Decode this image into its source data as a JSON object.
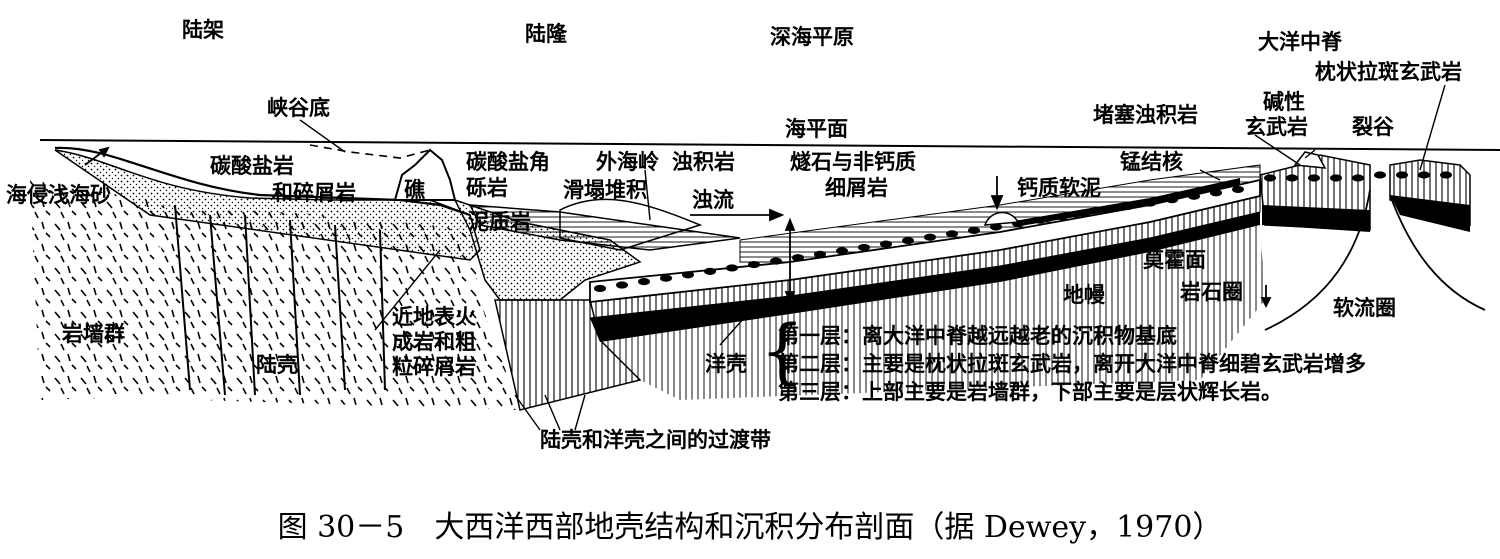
{
  "regions": {
    "shelf": "陆架",
    "rise": "陆隆",
    "abyssal_plain": "深海平原",
    "ridge": "大洋中脊"
  },
  "labels": {
    "pillow_basalt": "枕状拉斑玄武岩",
    "canyon_floor": "峡谷底",
    "sea_level": "海平面",
    "plugged_turbidite": "堵塞浊积岩",
    "alkali_basalt_1": "碱性",
    "alkali_basalt_2": "玄武岩",
    "rift_valley": "裂谷",
    "carbonate_rock": "碳酸盐岩",
    "and_clastic_rock": "和碎屑岩",
    "reef": "礁",
    "coastal_sand": "海侵浅海砂",
    "carbonate_breccia_1": "碳酸盐角",
    "carbonate_breccia_2": "砾岩",
    "outer_ridge": "外海岭",
    "slump_deposit": "滑塌堆积",
    "turbidite": "浊积岩",
    "turbidity_current": "浊流",
    "mudstone": "泥质岩",
    "chert_1": "燧石与非钙质",
    "chert_2": "细屑岩",
    "calcareous_ooze": "钙质软泥",
    "manganese_nodule": "锰结核",
    "moho": "莫霍面",
    "mantle": "地幔",
    "lithosphere": "岩石圈",
    "asthenosphere": "软流圈",
    "dike_swarm": "岩墙群",
    "continental_crust": "陆壳",
    "volcanic_1": "近地表火",
    "volcanic_2": "成岩和粗",
    "volcanic_3": "粒碎屑岩",
    "oceanic_crust": "洋壳",
    "layer1": "第一层：离大洋中脊越远越老的沉积物基底",
    "layer2": "第二层：主要是枕状拉斑玄武岩，离开大洋中脊细碧玄武岩增多",
    "layer3": "第三层：上部主要是岩墙群，下部主要是层状辉长岩。",
    "transition_zone": "陆壳和洋壳之间的过渡带"
  },
  "caption": "图 30－5　大西洋西部地壳结构和沉积分布剖面（据 Dewey，1970）"
}
